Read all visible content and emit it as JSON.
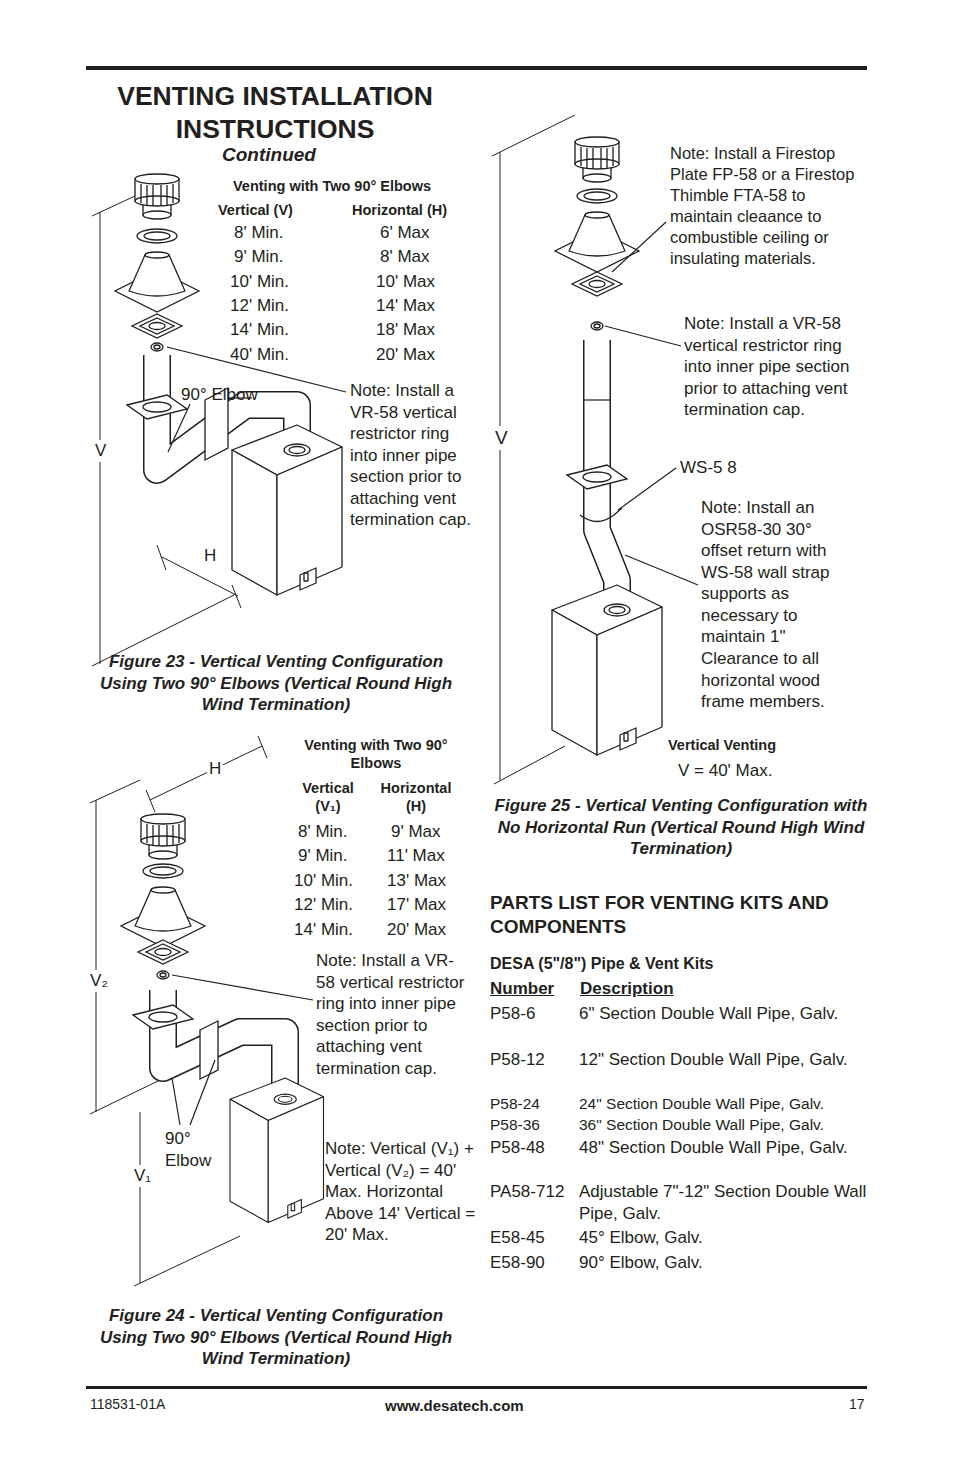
{
  "diagram": {
    "title": "VENTING INSTALLATION INSTRUCTIONS",
    "labels": [
      "Continued",
      "Venting with Two 90° Elbows",
      "Vertical (V)",
      "Horizontal (H)",
      "8' Min.",
      "6' Max",
      "9' Min.",
      "8' Max",
      "10' Min.",
      "10' Max",
      "12' Min.",
      "14' Max",
      "14' Min.",
      "18' Max",
      "40' Min.",
      "20' Max",
      "90° Elbow",
      "V",
      "H",
      "Note: Install a VR-58 vertical restrictor ring into inner pipe section prior to attaching vent termination cap.",
      "Figure 23 - Vertical Venting Configuration Using Two 90° Elbows (Vertical Round High Wind Termination)",
      "Venting with Two 90° Elbows",
      "Vertical (V₁)",
      "Horizontal (H)",
      "8' Min.",
      "9' Max",
      "9' Min.",
      "11' Max",
      "10' Min.",
      "13' Max",
      "12' Min.",
      "17' Max",
      "14' Min.",
      "20' Max",
      "H",
      "V₂",
      "Note: Install a VR-58 vertical restrictor ring into inner pipe section prior to attaching vent termination cap.",
      "90° Elbow",
      "V₁",
      "Note: Vertical (V₁) + Vertical (V₂) = 40' Max. Horizontal Above 14' Vertical = 20' Max.",
      "Figure 24 - Vertical Venting Configuration Using Two 90° Elbows (Vertical Round High Wind Termination)",
      "Note: Install a Firestop Plate FP-58 or a Firestop Thimble FTA-58 to maintain cleaance to combustible ceiling or insulating materials.",
      "Note: Install a VR-58 vertical restrictor ring into inner pipe section prior to attaching vent termination cap.",
      "V",
      "WS-5 8",
      "Note: Install an OSR58-30 30° offset return with WS-58 wall strap supports as necessary to maintain 1\" Clearance to all horizontal wood frame members.",
      "Vertical Venting",
      "V = 40' Max.",
      "Figure 25 - Vertical Venting Configuration with No Horizontal Run (Vertical Round High Wind Termination)",
      "PARTS LIST FOR VENTING KITS AND COMPONENTS",
      "DESA (5\"/8\") Pipe & Vent Kits",
      "Number",
      "Description",
      "P58-6",
      "6\" Section Double Wall Pipe, Galv.",
      "P58-12",
      "12\" Section Double Wall Pipe, Galv.",
      "P58-24",
      "24\" Section Double Wall Pipe, Galv.",
      "P58-36",
      "36\" Section Double Wall Pipe, Galv.",
      "P58-48",
      "48\" Section Double Wall Pipe, Galv.",
      "PA58-712",
      "Adjustable 7\"-12\" Section Double Wall Pipe, Galv.",
      "E58-45",
      "45° Elbow, Galv.",
      "E58-90",
      "90° Elbow, Galv.",
      "118531-01A",
      "www.desatech.com",
      "17"
    ]
  }
}
